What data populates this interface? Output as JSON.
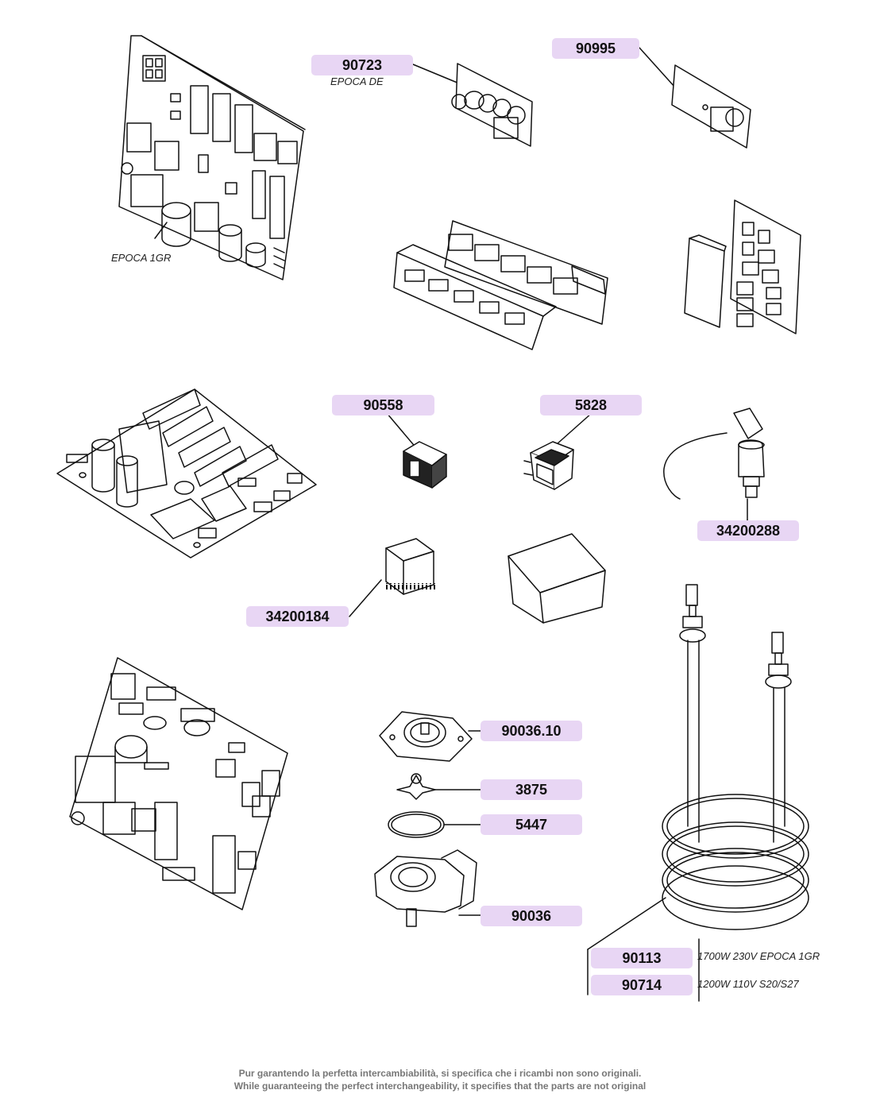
{
  "captions": {
    "epoca_1gr": "EPOCA 1GR",
    "epoca_de": "EPOCA DE",
    "heater_1": "1700W 230V EPOCA 1GR",
    "heater_2": "1200W 110V S20/S27"
  },
  "labels": {
    "p90723": "90723",
    "p90995": "90995",
    "p90558": "90558",
    "p5828": "5828",
    "p34200288": "34200288",
    "p34200184": "34200184",
    "p90036_10": "90036.10",
    "p3875": "3875",
    "p5447": "5447",
    "p90036": "90036",
    "p90113": "90113",
    "p90714": "90714"
  },
  "footer": {
    "line_it": "Pur garantendo la perfetta intercambiabilità, si specifica che i ricambi non sono originali.",
    "line_en": "While guaranteeing the perfect interchangeability, it specifies that the parts are not original"
  },
  "colors": {
    "label_bg": "#e8d6f4",
    "line": "#111111"
  }
}
